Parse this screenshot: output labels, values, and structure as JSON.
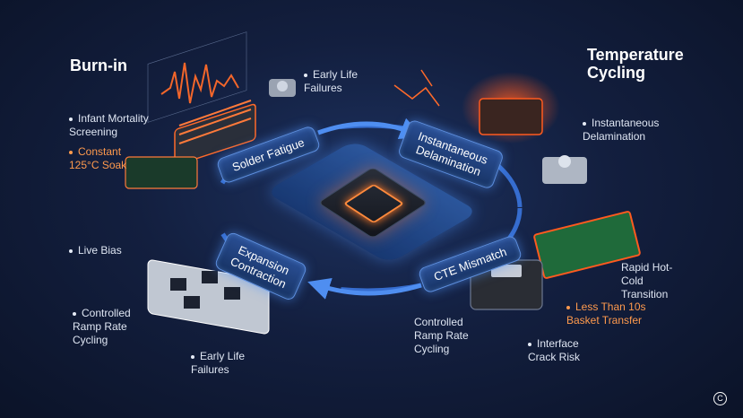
{
  "sections": {
    "burn_in": {
      "title": "Burn-in",
      "notes": [
        {
          "text": "Infant Mortality Screening"
        },
        {
          "text": "Constant 125°C Soak"
        },
        {
          "text": "Live Bias"
        },
        {
          "text": "Early Life Failures"
        }
      ]
    },
    "temp_cycling": {
      "title_line1": "Temperature",
      "title_line2": "Cycling",
      "notes": [
        {
          "text": "Instantaneous Delamination"
        },
        {
          "text": "Rapid Hot-Cold Transition"
        },
        {
          "text": "Less Than 10s Basket Transfer"
        },
        {
          "text": "Interface Crack Risk"
        }
      ]
    }
  },
  "top_right_note": "Early Life Failures",
  "bottom_left_note": "Controlled Ramp Rate Cycling",
  "bottom_center_note": "Controlled Ramp Rate Cycling",
  "tags": {
    "solder": "Solder Fatigue",
    "delam_line1": "Instantaneous",
    "delam_line2": "Delamination",
    "expansion_line1": "Expansion",
    "expansion_line2": "Contraction",
    "cte": "CTE Mismatch"
  },
  "logo": "C",
  "colors": {
    "accent": "#ff9a4d",
    "glow": "#5d8fe0",
    "hot": "#ff5a1f"
  }
}
